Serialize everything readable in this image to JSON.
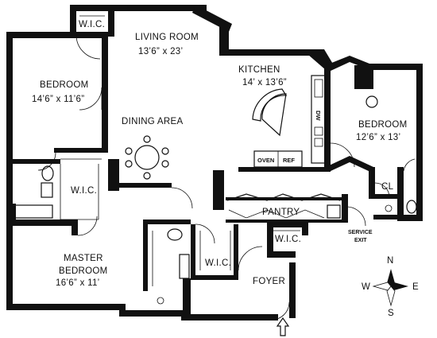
{
  "rooms": {
    "wic_top": "W.I.C.",
    "living_room": "LIVING ROOM",
    "living_room_dims": "13’6” x 23’",
    "kitchen": "KITCHEN",
    "kitchen_dims": "14’ x 13’6”",
    "bedroom_west": "BEDROOM",
    "bedroom_west_dims": "14’6” x 11’6”",
    "dining_area": "DINING AREA",
    "bedroom_east": "BEDROOM",
    "bedroom_east_dims": "12’6” x 13’",
    "wic_mid": "W.I.C.",
    "cl": "CL",
    "pantry": "PANTRY",
    "wic_foyer": "W.I.C.",
    "service_exit_1": "SERVICE",
    "service_exit_2": "EXIT",
    "master_bedroom_1": "MASTER",
    "master_bedroom_2": "BEDROOM",
    "master_bedroom_dims": "16’6” x 11’",
    "wic_master": "W.I.C.",
    "foyer": "FOYER"
  },
  "appliances": {
    "oven": "OVEN",
    "ref": "REF",
    "dw": "DW"
  },
  "compass": {
    "n": "N",
    "s": "S",
    "e": "E",
    "w": "W"
  }
}
